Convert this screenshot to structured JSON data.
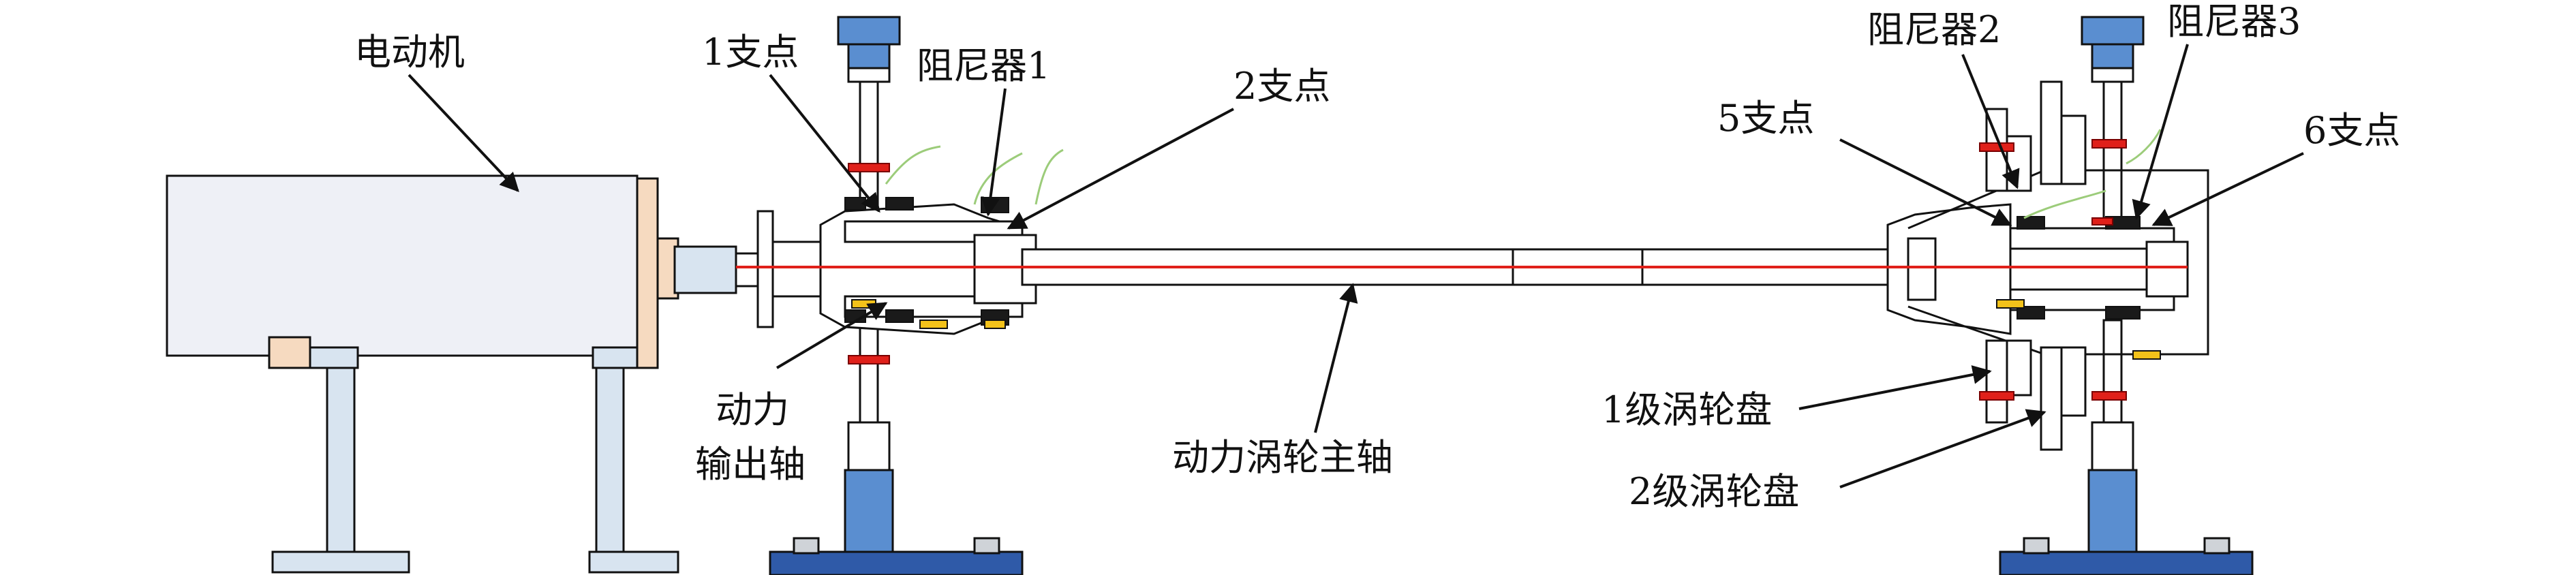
{
  "labels": {
    "motor": "电动机",
    "support_1": "1支点",
    "damper_1": "阻尼器1",
    "support_2": "2支点",
    "power_output_shaft_line1": "动力",
    "power_output_shaft_line2": "输出轴",
    "power_turbine_main_shaft": "动力涡轮主轴",
    "damper_2": "阻尼器2",
    "damper_3": "阻尼器3",
    "support_5": "5支点",
    "support_6": "6支点",
    "turbine_disk_1": "1级涡轮盘",
    "turbine_disk_2": "2级涡轮盘"
  },
  "colors": {
    "shaft_centerline": "#e0201a",
    "pedestal_blue": "#5a8ed0",
    "base_plate_blue": "#2f5aa8",
    "motor_mount_tan": "#f6dac0",
    "damper_wire_green": "#9ccc7a"
  }
}
